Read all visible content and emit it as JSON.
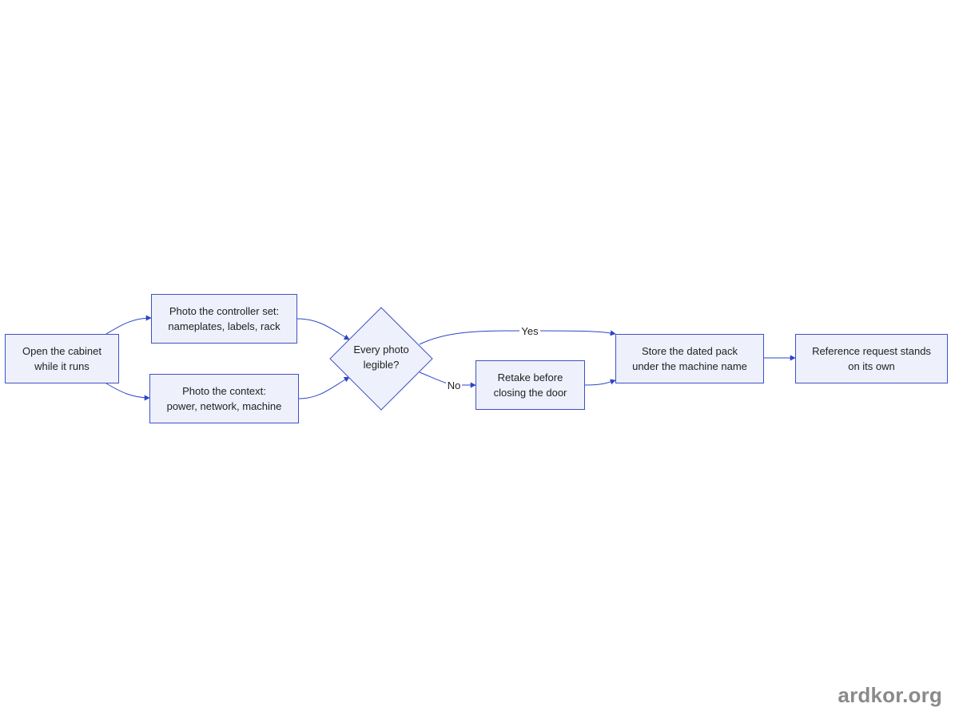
{
  "nodes": {
    "open": [
      "Open the cabinet",
      "while it runs"
    ],
    "controller": [
      "Photo the controller set:",
      "nameplates, labels, rack"
    ],
    "context": [
      "Photo the context:",
      "power, network, machine"
    ],
    "decision": [
      "Every photo",
      "legible?"
    ],
    "retake": [
      "Retake before",
      "closing the door"
    ],
    "store": [
      "Store the dated pack",
      "under the machine name"
    ],
    "reference": [
      "Reference request stands",
      "on its own"
    ]
  },
  "edges": {
    "yes_label": "Yes",
    "no_label": "No"
  },
  "colors": {
    "node_fill": "#eef0fb",
    "node_border": "#3f51c7",
    "edge": "#2b45c8"
  },
  "watermark": "ardkor.org"
}
